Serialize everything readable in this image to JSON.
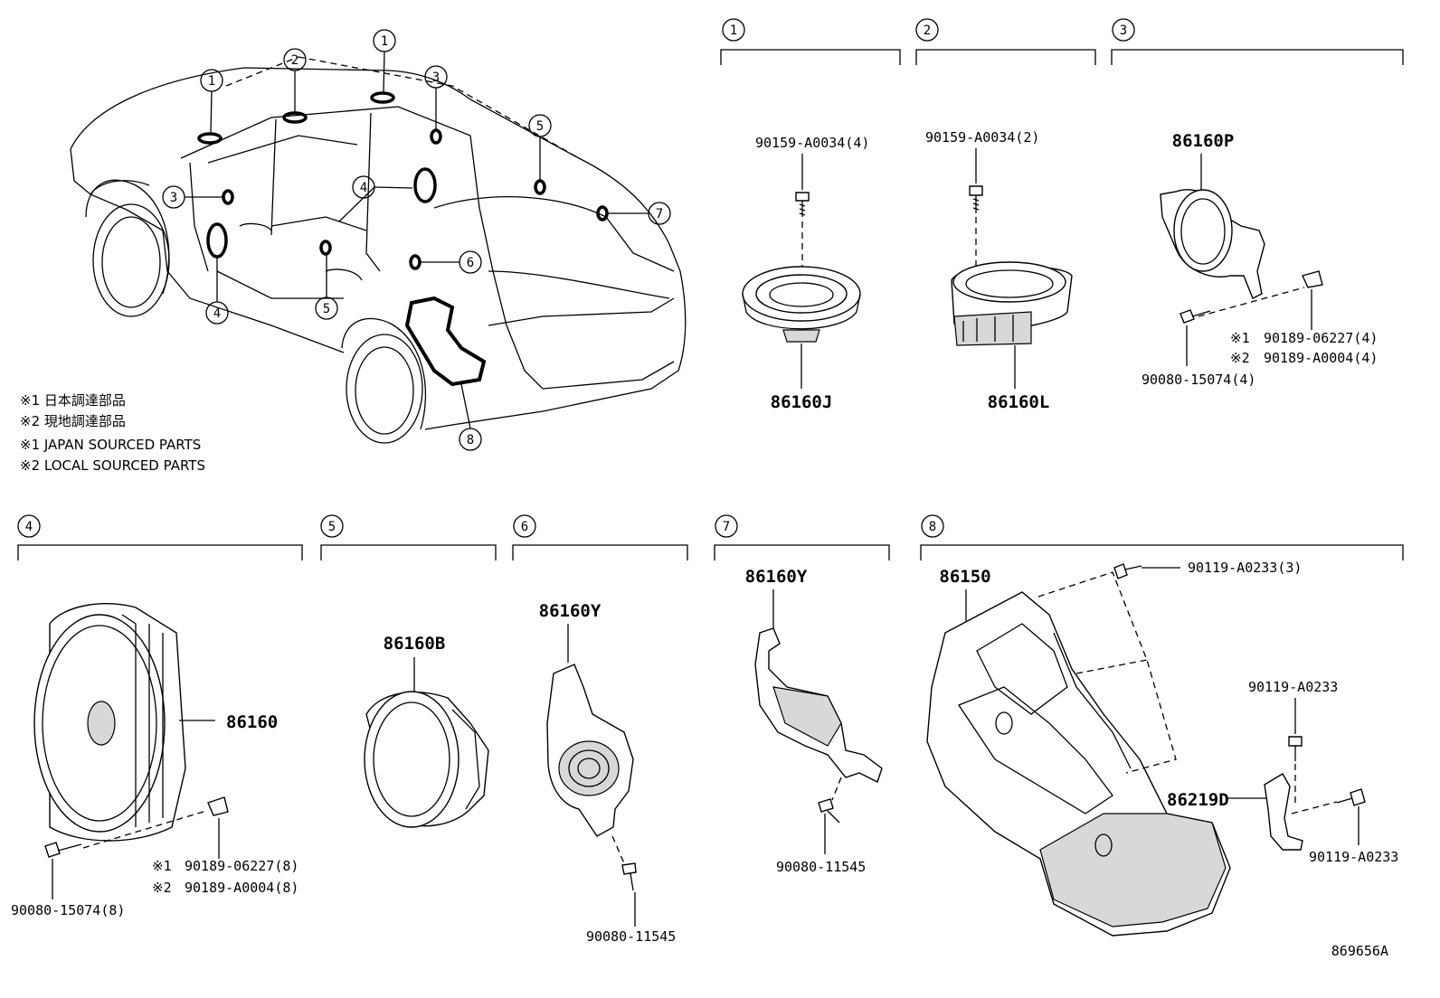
{
  "notes": [
    "※1 日本調達部品",
    "※2 現地調達部品",
    "※1 JAPAN SOURCED PARTS",
    "※2 LOCAL SOURCED PARTS"
  ],
  "callout_numbers": [
    "1",
    "2",
    "3",
    "4",
    "5",
    "6",
    "7",
    "8"
  ],
  "sections": {
    "s1": {
      "number": "1",
      "screw": "90159-A0034(4)",
      "part": "86160J"
    },
    "s2": {
      "number": "2",
      "screw": "90159-A0034(2)",
      "part": "86160L"
    },
    "s3": {
      "number": "3",
      "part": "86160P",
      "bolt": "90080-15074(4)",
      "clip1_mark": "※1",
      "clip1": "90189-06227(4)",
      "clip2_mark": "※2",
      "clip2": "90189-A0004(4)"
    },
    "s4": {
      "number": "4",
      "part": "86160",
      "bolt": "90080-15074(8)",
      "clip1_mark": "※1",
      "clip1": "90189-06227(8)",
      "clip2_mark": "※2",
      "clip2": "90189-A0004(8)"
    },
    "s5": {
      "number": "5",
      "part": "86160B"
    },
    "s6": {
      "number": "6",
      "part": "86160Y",
      "screw": "90080-11545"
    },
    "s7": {
      "number": "7",
      "part": "86160Y",
      "screw": "90080-11545"
    },
    "s8": {
      "number": "8",
      "part": "86150",
      "bolt_top": "90119-A0233(3)",
      "bolt_bracket": "90119-A0233",
      "bolt_right": "90119-A0233",
      "bracket": "86219D"
    }
  },
  "diagram_id": "869656A"
}
